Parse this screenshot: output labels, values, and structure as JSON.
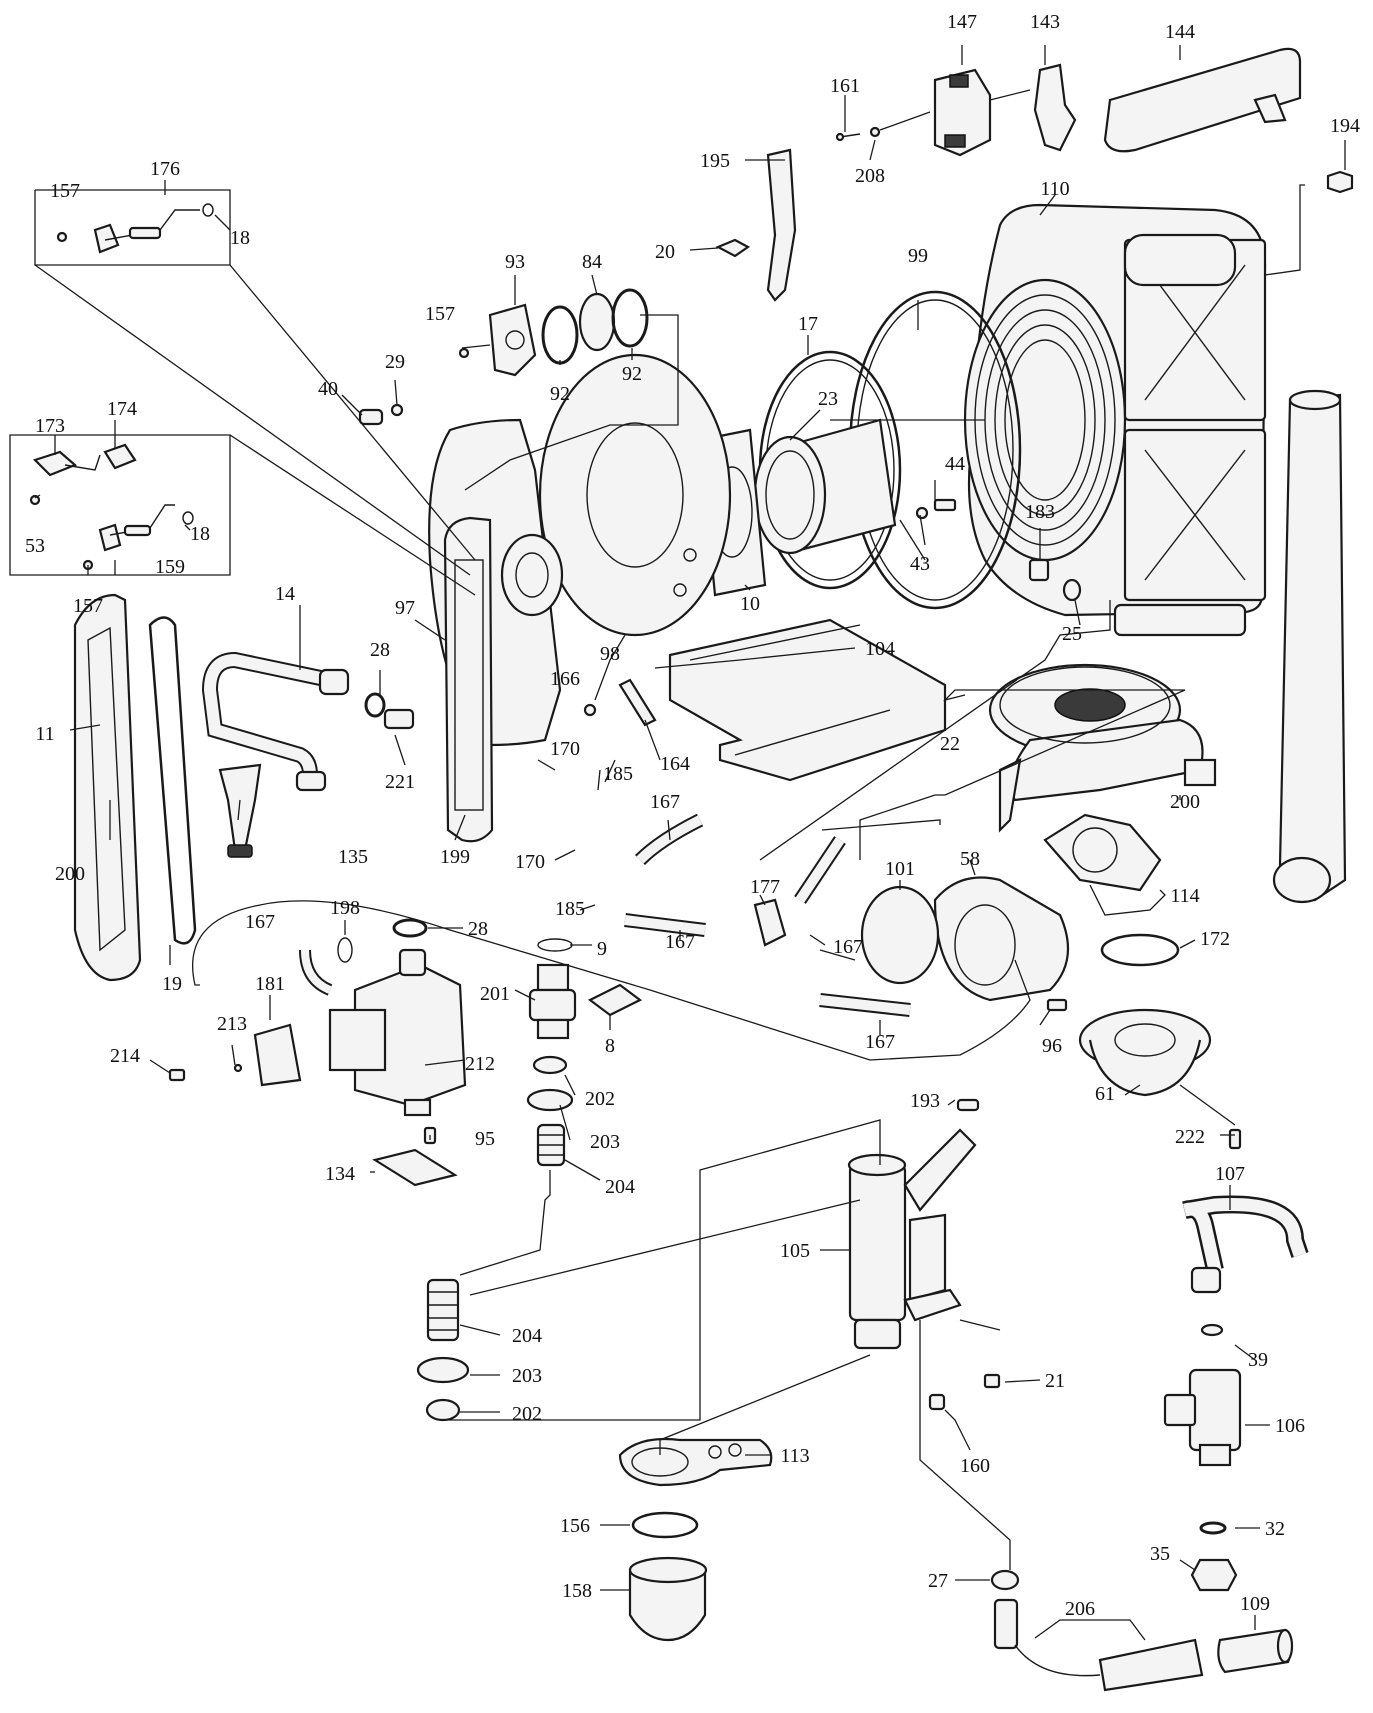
{
  "callouts": [
    {
      "id": "p147",
      "text": "147"
    },
    {
      "id": "p143",
      "text": "143"
    },
    {
      "id": "p144",
      "text": "144"
    },
    {
      "id": "p161",
      "text": "161"
    },
    {
      "id": "p208",
      "text": "208"
    },
    {
      "id": "p194",
      "text": "194"
    },
    {
      "id": "p176",
      "text": "176"
    },
    {
      "id": "p157a",
      "text": "157"
    },
    {
      "id": "p18a",
      "text": "18"
    },
    {
      "id": "p195",
      "text": "195"
    },
    {
      "id": "p110",
      "text": "110"
    },
    {
      "id": "p20",
      "text": "20"
    },
    {
      "id": "p93",
      "text": "93"
    },
    {
      "id": "p84",
      "text": "84"
    },
    {
      "id": "p99",
      "text": "99"
    },
    {
      "id": "p157b",
      "text": "157"
    },
    {
      "id": "p92a",
      "text": "92"
    },
    {
      "id": "p92b",
      "text": "92"
    },
    {
      "id": "p17",
      "text": "17"
    },
    {
      "id": "p29",
      "text": "29"
    },
    {
      "id": "p40",
      "text": "40"
    },
    {
      "id": "p23",
      "text": "23"
    },
    {
      "id": "p173",
      "text": "173"
    },
    {
      "id": "p174",
      "text": "174"
    },
    {
      "id": "p44",
      "text": "44"
    },
    {
      "id": "p53",
      "text": "53"
    },
    {
      "id": "p18b",
      "text": "18"
    },
    {
      "id": "p159",
      "text": "159"
    },
    {
      "id": "p43",
      "text": "43"
    },
    {
      "id": "p183",
      "text": "183"
    },
    {
      "id": "p157c",
      "text": "157"
    },
    {
      "id": "p14",
      "text": "14"
    },
    {
      "id": "p97",
      "text": "97"
    },
    {
      "id": "p10",
      "text": "10"
    },
    {
      "id": "p25",
      "text": "25"
    },
    {
      "id": "p98",
      "text": "98"
    },
    {
      "id": "p104",
      "text": "104"
    },
    {
      "id": "p28a",
      "text": "28"
    },
    {
      "id": "p166",
      "text": "166"
    },
    {
      "id": "p11",
      "text": "11"
    },
    {
      "id": "p221",
      "text": "221"
    },
    {
      "id": "p164",
      "text": "164"
    },
    {
      "id": "p22",
      "text": "22"
    },
    {
      "id": "p170a",
      "text": "170"
    },
    {
      "id": "p185a",
      "text": "185"
    },
    {
      "id": "p200a",
      "text": "200"
    },
    {
      "id": "p135",
      "text": "135"
    },
    {
      "id": "p199",
      "text": "199"
    },
    {
      "id": "p167a",
      "text": "167"
    },
    {
      "id": "p58",
      "text": "58"
    },
    {
      "id": "p101",
      "text": "101"
    },
    {
      "id": "p170b",
      "text": "170"
    },
    {
      "id": "p200b",
      "text": "200"
    },
    {
      "id": "p114",
      "text": "114"
    },
    {
      "id": "p185b",
      "text": "185"
    },
    {
      "id": "p177",
      "text": "177"
    },
    {
      "id": "p198",
      "text": "198"
    },
    {
      "id": "p28b",
      "text": "28"
    },
    {
      "id": "p167b",
      "text": "167"
    },
    {
      "id": "p167c",
      "text": "167"
    },
    {
      "id": "p167d",
      "text": "167"
    },
    {
      "id": "p9",
      "text": "9"
    },
    {
      "id": "p172",
      "text": "172"
    },
    {
      "id": "p19",
      "text": "19"
    },
    {
      "id": "p181",
      "text": "181"
    },
    {
      "id": "p201",
      "text": "201"
    },
    {
      "id": "p167e",
      "text": "167"
    },
    {
      "id": "p96",
      "text": "96"
    },
    {
      "id": "p8",
      "text": "8"
    },
    {
      "id": "p214",
      "text": "214"
    },
    {
      "id": "p213",
      "text": "213"
    },
    {
      "id": "p212",
      "text": "212"
    },
    {
      "id": "p61",
      "text": "61"
    },
    {
      "id": "p202a",
      "text": "202"
    },
    {
      "id": "p193",
      "text": "193"
    },
    {
      "id": "p203a",
      "text": "203"
    },
    {
      "id": "p222",
      "text": "222"
    },
    {
      "id": "p95",
      "text": "95"
    },
    {
      "id": "p134",
      "text": "134"
    },
    {
      "id": "p204a",
      "text": "204"
    },
    {
      "id": "p107",
      "text": "107"
    },
    {
      "id": "p105",
      "text": "105"
    },
    {
      "id": "p204b",
      "text": "204"
    },
    {
      "id": "p39",
      "text": "39"
    },
    {
      "id": "p203b",
      "text": "203"
    },
    {
      "id": "p21",
      "text": "21"
    },
    {
      "id": "p106",
      "text": "106"
    },
    {
      "id": "p202b",
      "text": "202"
    },
    {
      "id": "p160",
      "text": "160"
    },
    {
      "id": "p113",
      "text": "113"
    },
    {
      "id": "p32",
      "text": "32"
    },
    {
      "id": "p156",
      "text": "156"
    },
    {
      "id": "p35",
      "text": "35"
    },
    {
      "id": "p158",
      "text": "158"
    },
    {
      "id": "p27",
      "text": "27"
    },
    {
      "id": "p206",
      "text": "206"
    },
    {
      "id": "p109",
      "text": "109"
    }
  ]
}
